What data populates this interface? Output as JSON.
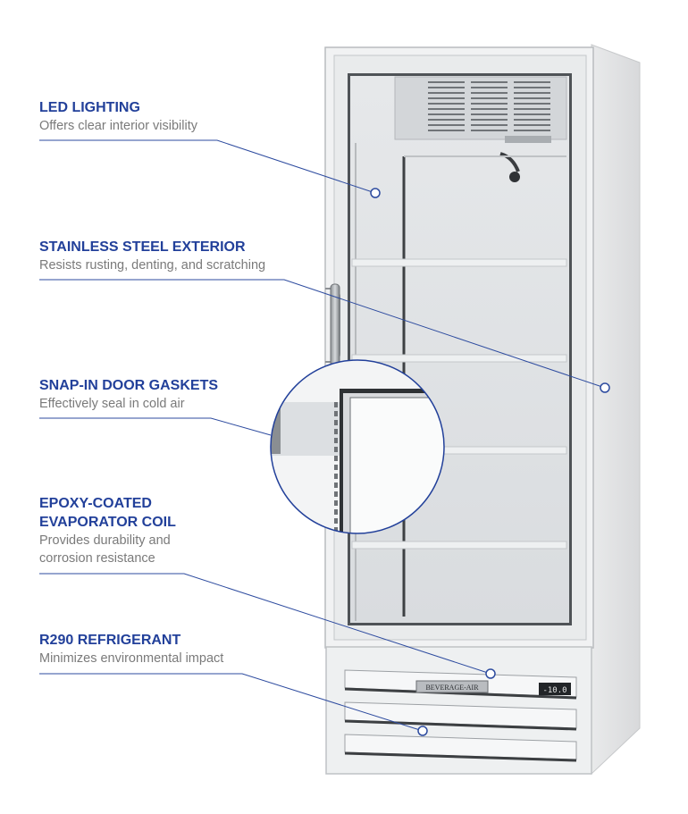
{
  "features": [
    {
      "title": "LED LIGHTING",
      "description": "Offers clear interior visibility"
    },
    {
      "title": "STAINLESS STEEL EXTERIOR",
      "description": "Resists rusting, denting, and scratching"
    },
    {
      "title": "SNAP-IN DOOR GASKETS",
      "description": "Effectively seal in cold air"
    },
    {
      "title": "EPOXY-COATED\nEVAPORATOR COIL",
      "description": "Provides durability and\ncorrosion resistance"
    },
    {
      "title": "R290 REFRIGERANT",
      "description": "Minimizes environmental impact"
    }
  ],
  "product": {
    "brand_badge": "BEVERAGE-AIR",
    "temperature_display": "-10.0"
  },
  "colors": {
    "accent": "#22409a",
    "callout_line": "#2d4b9f",
    "description_text": "#7a7a7a"
  }
}
